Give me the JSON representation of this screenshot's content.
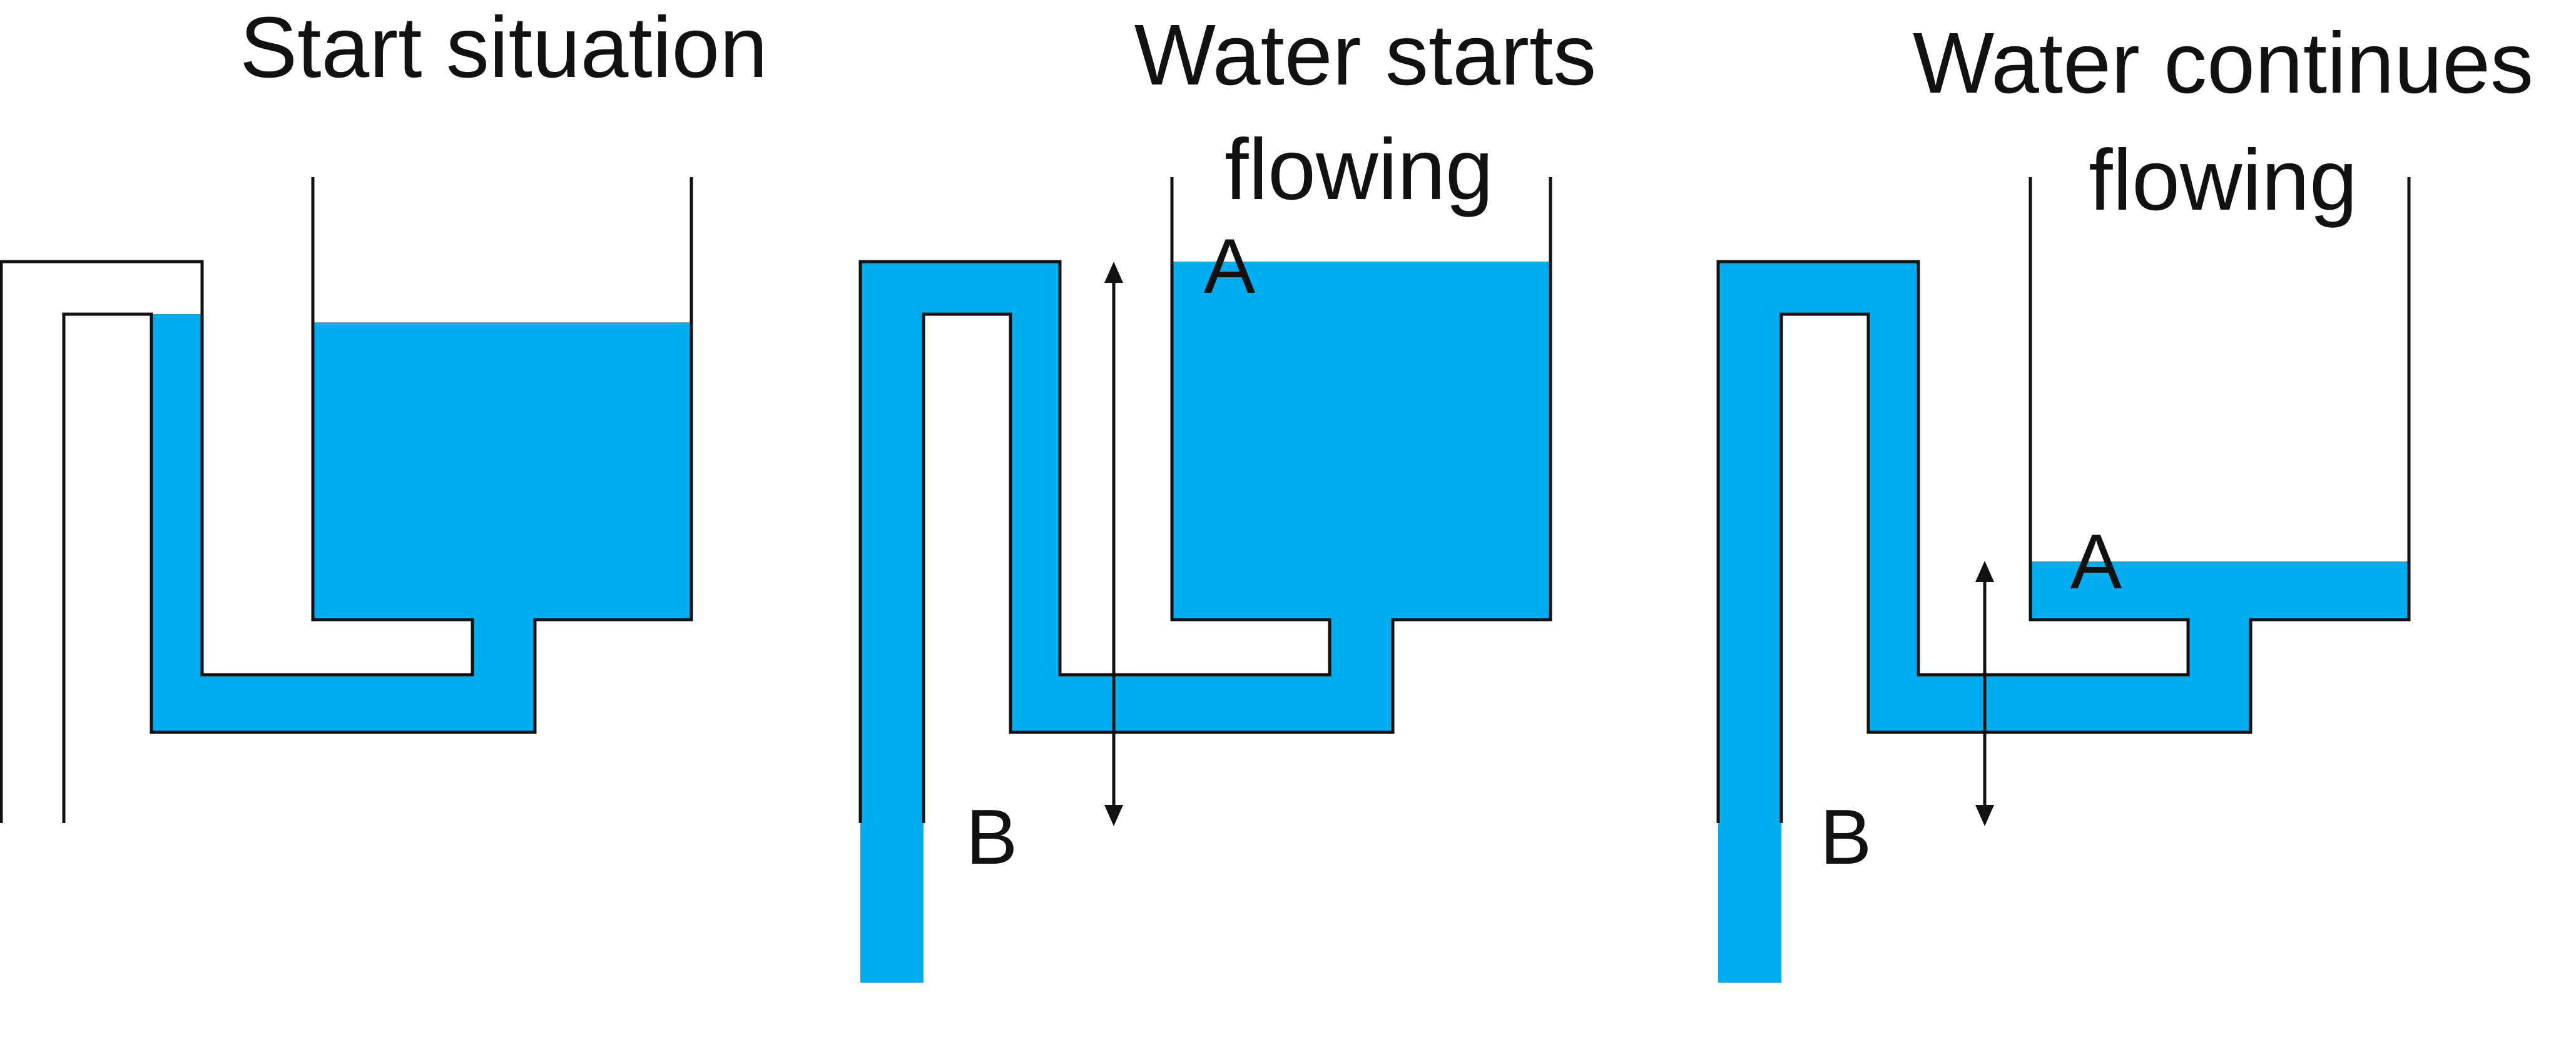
{
  "colors": {
    "water": "#00adef",
    "outline": "#111111",
    "background": "#ffffff"
  },
  "panels": [
    {
      "title_lines": [
        "Start situation"
      ],
      "state": "siphon partially filled, tank water level high"
    },
    {
      "title_lines": [
        "Water starts",
        "flowing"
      ],
      "label_a": "A",
      "label_b": "B",
      "state": "siphon full, outlet discharging, tank full"
    },
    {
      "title_lines": [
        "Water continues",
        "flowing"
      ],
      "label_a": "A",
      "label_b": "B",
      "state": "siphon full, outlet discharging, tank level low"
    }
  ]
}
